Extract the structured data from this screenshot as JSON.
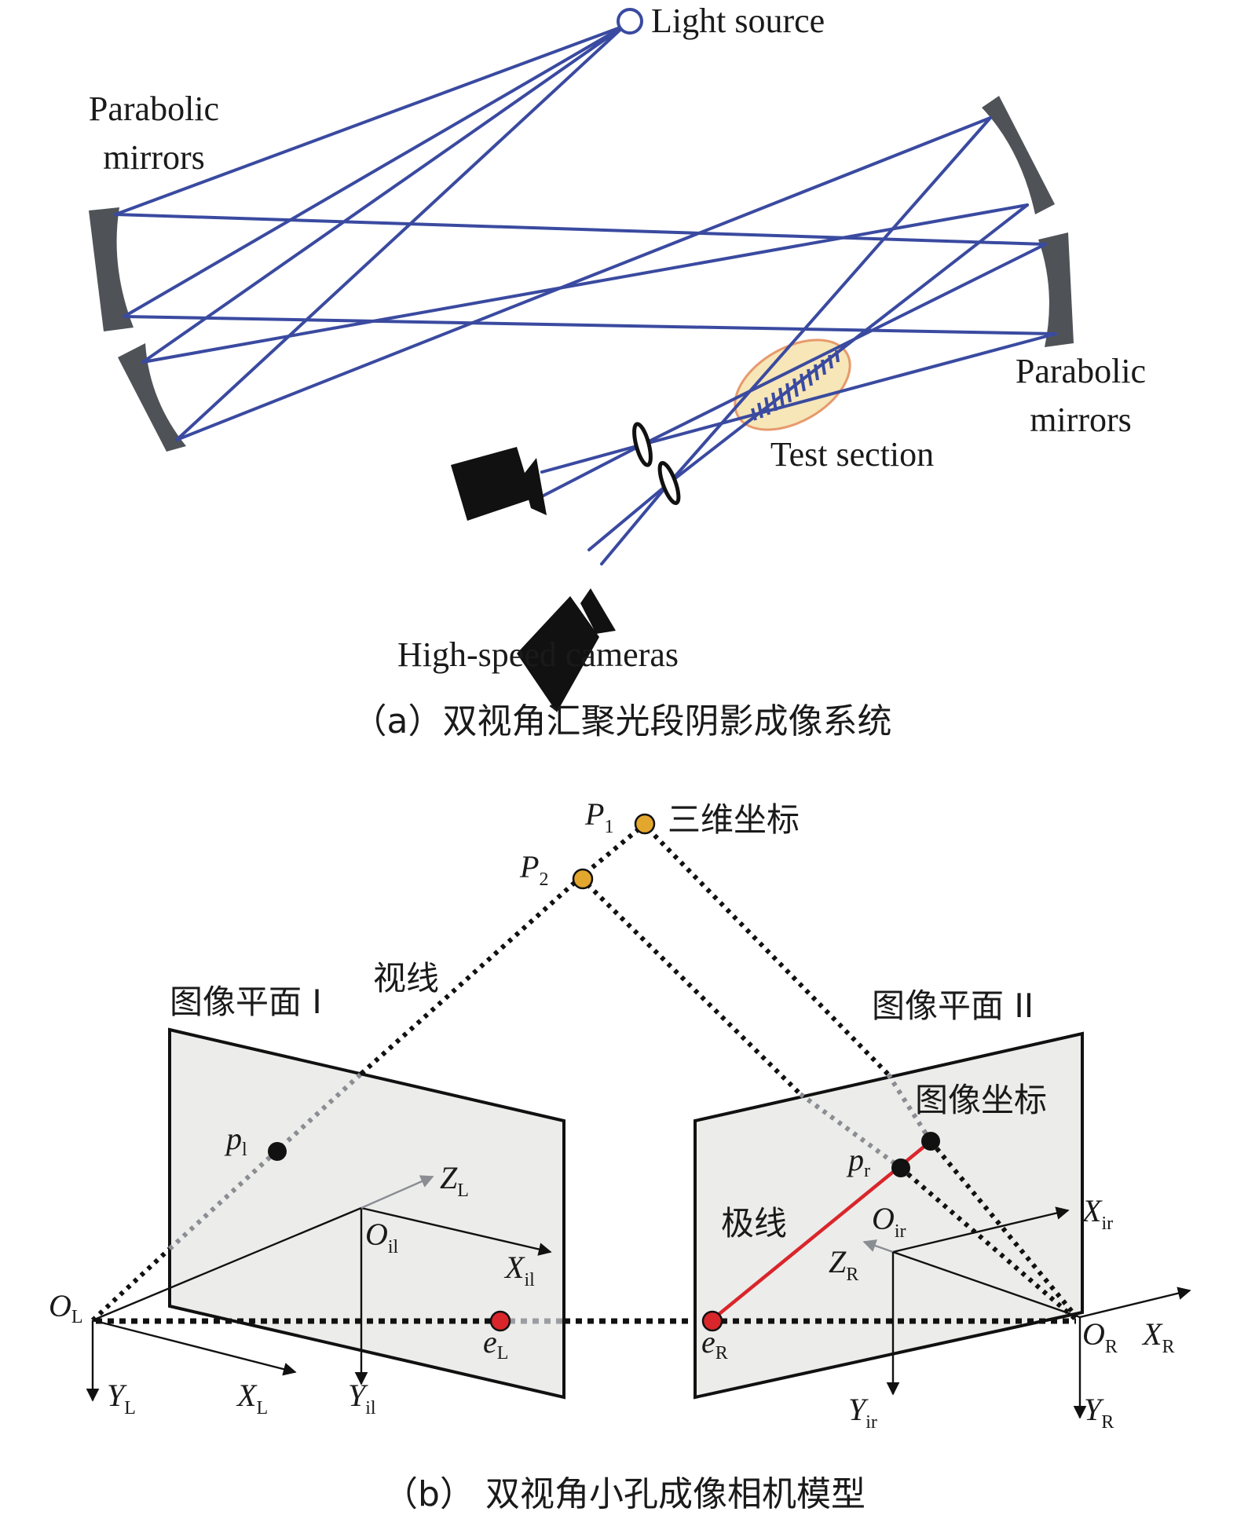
{
  "panel_a": {
    "labels": {
      "light_source": "Light source",
      "parabolic_left_1": "Parabolic",
      "parabolic_left_2": "mirrors",
      "parabolic_right_1": "Parabolic",
      "parabolic_right_2": "mirrors",
      "test_section": "Test section",
      "cameras": "High-speed cameras"
    },
    "caption": "（a）双视角汇聚光段阴影成像系统",
    "colors": {
      "beam": "#3a4aa0",
      "mirror": "#4f5358",
      "test_fill": "#f6e6b8",
      "test_stroke": "#e79a6c",
      "camera": "#111111"
    }
  },
  "panel_b": {
    "labels": {
      "P1": "P",
      "P1_sub": "1",
      "P2": "P",
      "P2_sub": "2",
      "world_coord": "三维坐标",
      "line_of_sight": "视线",
      "plane_1": "图像平面 I",
      "plane_2": "图像平面 II",
      "image_coord": "图像坐标",
      "epipolar_line": "极线",
      "pl": "p",
      "pl_sub": "l",
      "pr": "p",
      "pr_sub": "r",
      "ZL": "Z",
      "ZL_sub": "L",
      "Oil": "O",
      "Oil_sub": "il",
      "Xil": "X",
      "Xil_sub": "il",
      "OL": "O",
      "OL_sub": "L",
      "eL": "e",
      "eL_sub": "L",
      "YL": "Y",
      "YL_sub": "L",
      "XL": "X",
      "XL_sub": "L",
      "Yil": "Y",
      "Yil_sub": "il",
      "eR": "e",
      "eR_sub": "R",
      "Oir": "O",
      "Oir_sub": "ir",
      "Xir": "X",
      "Xir_sub": "ir",
      "ZR": "Z",
      "ZR_sub": "R",
      "OR": "O",
      "OR_sub": "R",
      "XR": "X",
      "XR_sub": "R",
      "Yir": "Y",
      "Yir_sub": "ir",
      "YR": "Y",
      "YR_sub": "R"
    },
    "caption": "（b） 双视角小孔成像相机模型",
    "colors": {
      "world_point": "#e4a72e",
      "epipole": "#d9262b",
      "epipolar_line": "#d9262b",
      "image_point": "#111111",
      "plane_fill": "#ececeb"
    }
  }
}
